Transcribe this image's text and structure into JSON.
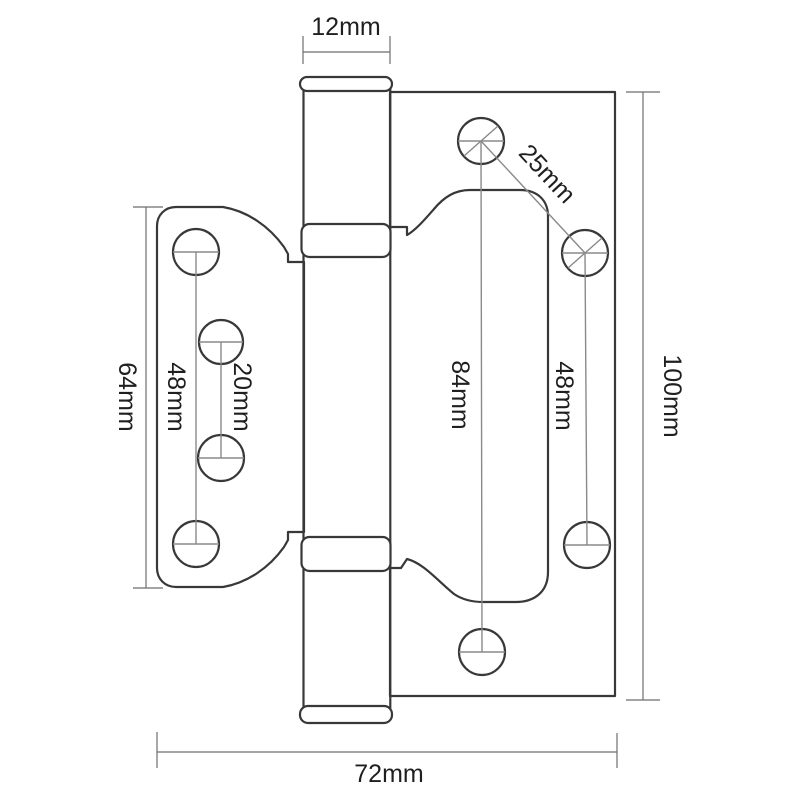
{
  "drawing": {
    "kind": "hinge-dimension-diagram",
    "labels": {
      "knuckle_width": "12mm",
      "hole_diagonal": "25mm",
      "small_leaf_height": "64mm",
      "small_leaf_hole_spacing": "48mm",
      "small_leaf_mid_hole_spacing": "20mm",
      "large_leaf_center_hole_spacing": "84mm",
      "large_leaf_side_hole_spacing": "48mm",
      "overall_height": "100mm",
      "overall_width": "72mm"
    },
    "colors": {
      "background": "#ffffff",
      "outline": "#383838",
      "dimension_lines": "#8a8a8a",
      "outer_dimension_lines": "#6e6e6e",
      "text": "#1f1f1f"
    }
  }
}
